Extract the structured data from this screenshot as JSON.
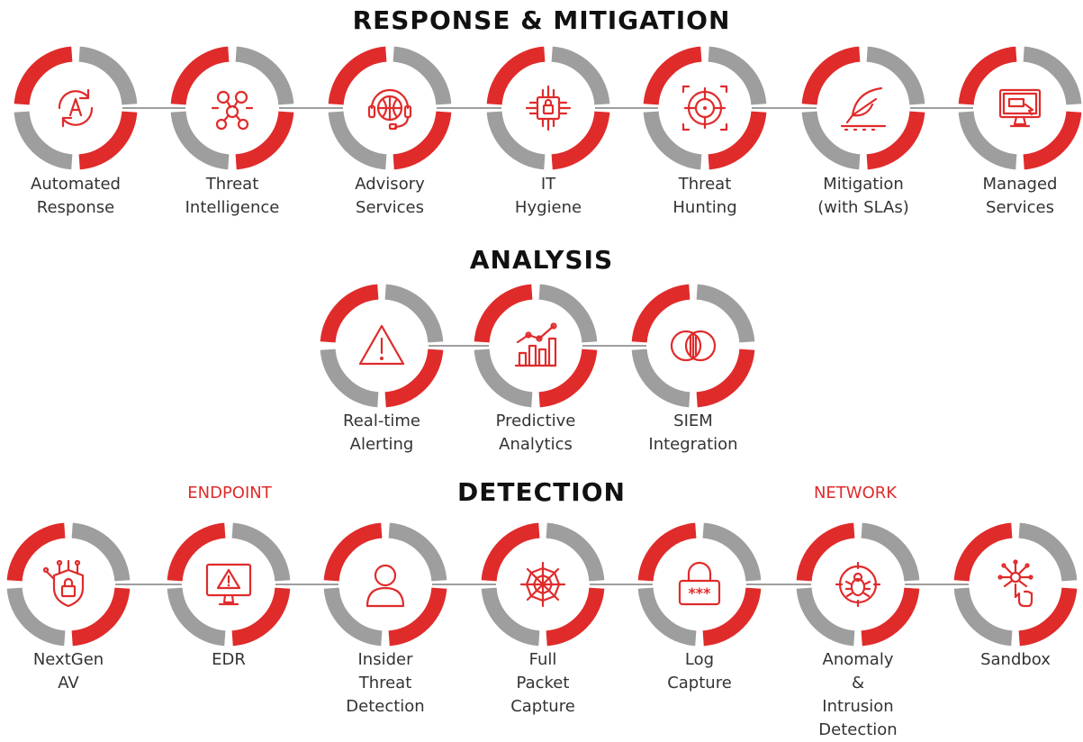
{
  "colors": {
    "accent": "#e02b2b",
    "ring_gray": "#9e9e9e",
    "title": "#111111",
    "text": "#333333"
  },
  "sections": {
    "response": {
      "title": "RESPONSE & MITIGATION",
      "items": [
        {
          "icon": "automated-response-icon",
          "lines": [
            "Automated",
            "Response"
          ]
        },
        {
          "icon": "threat-intelligence-icon",
          "lines": [
            "Threat",
            "Intelligence"
          ]
        },
        {
          "icon": "advisory-headset-icon",
          "lines": [
            "Advisory",
            "Services"
          ]
        },
        {
          "icon": "it-hygiene-chip-icon",
          "lines": [
            "IT",
            "Hygiene"
          ]
        },
        {
          "icon": "threat-hunting-crosshair-icon",
          "lines": [
            "Threat",
            "Hunting"
          ]
        },
        {
          "icon": "mitigation-feather-icon",
          "lines": [
            "Mitigation",
            "(with SLAs)"
          ]
        },
        {
          "icon": "managed-services-monitor-icon",
          "lines": [
            "Managed",
            "Services"
          ]
        }
      ]
    },
    "analysis": {
      "title": "ANALYSIS",
      "items": [
        {
          "icon": "alert-triangle-icon",
          "lines": [
            "Real-time",
            "Alerting"
          ]
        },
        {
          "icon": "predictive-analytics-chart-icon",
          "lines": [
            "Predictive",
            "Analytics"
          ]
        },
        {
          "icon": "siem-venn-icon",
          "lines": [
            "SIEM",
            "Integration"
          ]
        }
      ]
    },
    "detection": {
      "title": "DETECTION",
      "endpoint_label": "ENDPOINT",
      "network_label": "NETWORK",
      "items": [
        {
          "icon": "shield-lock-icon",
          "lines": [
            "NextGen",
            "AV"
          ]
        },
        {
          "icon": "edr-monitor-warning-icon",
          "lines": [
            "EDR"
          ]
        },
        {
          "icon": "insider-user-icon",
          "lines": [
            "Insider",
            "Threat",
            "Detection"
          ]
        },
        {
          "icon": "spider-web-icon",
          "lines": [
            "Full",
            "Packet",
            "Capture"
          ]
        },
        {
          "icon": "password-lock-icon",
          "lines": [
            "Log",
            "Capture"
          ]
        },
        {
          "icon": "bug-target-icon",
          "lines": [
            "Anomaly",
            "&",
            "Intrusion",
            "Detection"
          ]
        },
        {
          "icon": "sandbox-hand-icon",
          "lines": [
            "Sandbox"
          ]
        }
      ]
    }
  }
}
